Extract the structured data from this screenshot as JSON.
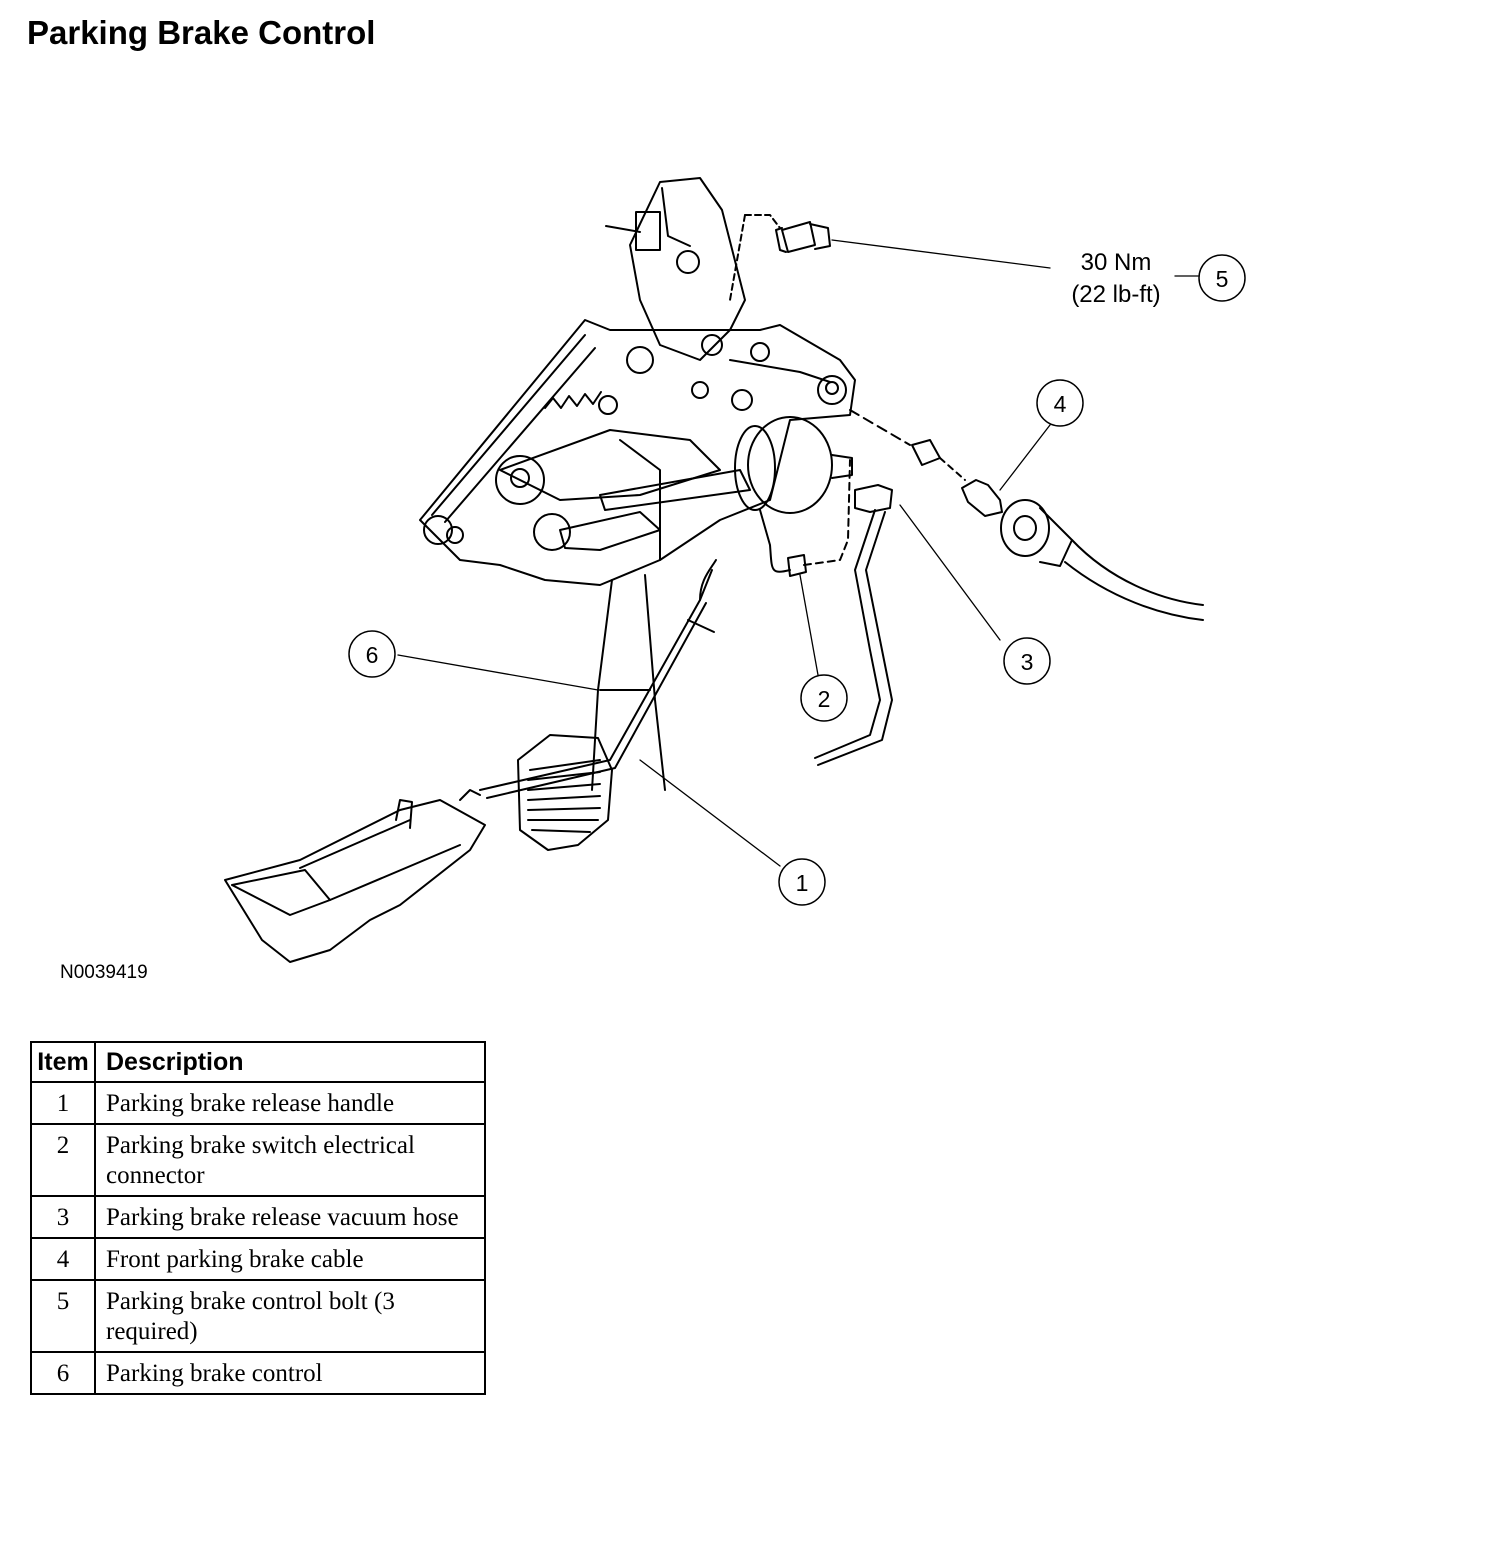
{
  "title": "Parking Brake Control",
  "figure_id": "N0039419",
  "torque_spec": {
    "line1": "30 Nm",
    "line2": "(22 lb-ft)"
  },
  "callouts": [
    "1",
    "2",
    "3",
    "4",
    "5",
    "6"
  ],
  "table": {
    "headers": {
      "item": "Item",
      "description": "Description"
    },
    "rows": [
      {
        "item": "1",
        "description": "Parking brake release handle"
      },
      {
        "item": "2",
        "description": "Parking brake switch electrical connector"
      },
      {
        "item": "3",
        "description": "Parking brake release vacuum hose"
      },
      {
        "item": "4",
        "description": "Front parking brake cable"
      },
      {
        "item": "5",
        "description": "Parking brake control bolt (3 required)"
      },
      {
        "item": "6",
        "description": "Parking brake control"
      }
    ]
  }
}
